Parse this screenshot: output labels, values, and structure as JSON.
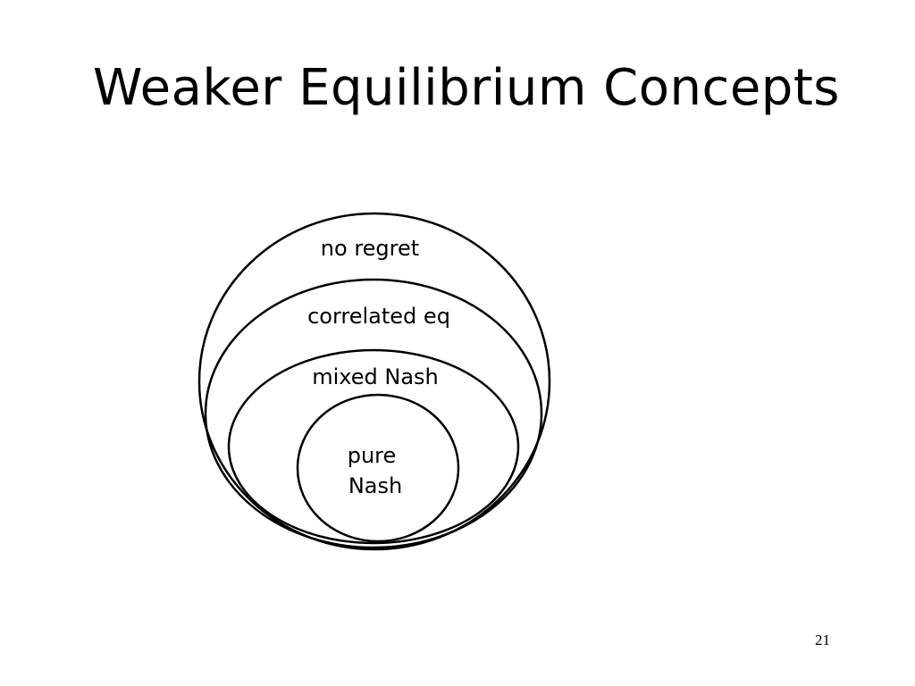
{
  "slide": {
    "title": "Weaker Equilibrium Concepts",
    "page_number": "21"
  },
  "diagram": {
    "regions": {
      "no_regret": "no regret",
      "correlated_eq": "correlated eq",
      "mixed_nash": "mixed Nash",
      "pure_nash_line1": "pure",
      "pure_nash_line2": "Nash"
    }
  },
  "colors": {
    "stroke": "#000000",
    "background": "#ffffff"
  }
}
